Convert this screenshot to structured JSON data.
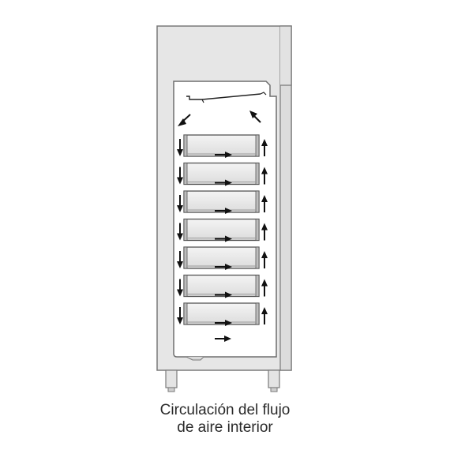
{
  "caption": {
    "line1": "Circulación del flujo",
    "line2": "de aire interior"
  },
  "diagram": {
    "subject": "refrigerated cabinet cross-section",
    "tray_count": 7,
    "colors": {
      "cabinet_fill": "#e6e6e6",
      "cabinet_stroke": "#7a7a7a",
      "interior_fill": "#ffffff",
      "tray_fill": "#e8e8e8",
      "arrow": "#111111"
    },
    "icons": [
      "arrow-down-icon",
      "arrow-up-icon",
      "arrow-right-icon",
      "arrow-diagonal-icon"
    ]
  }
}
